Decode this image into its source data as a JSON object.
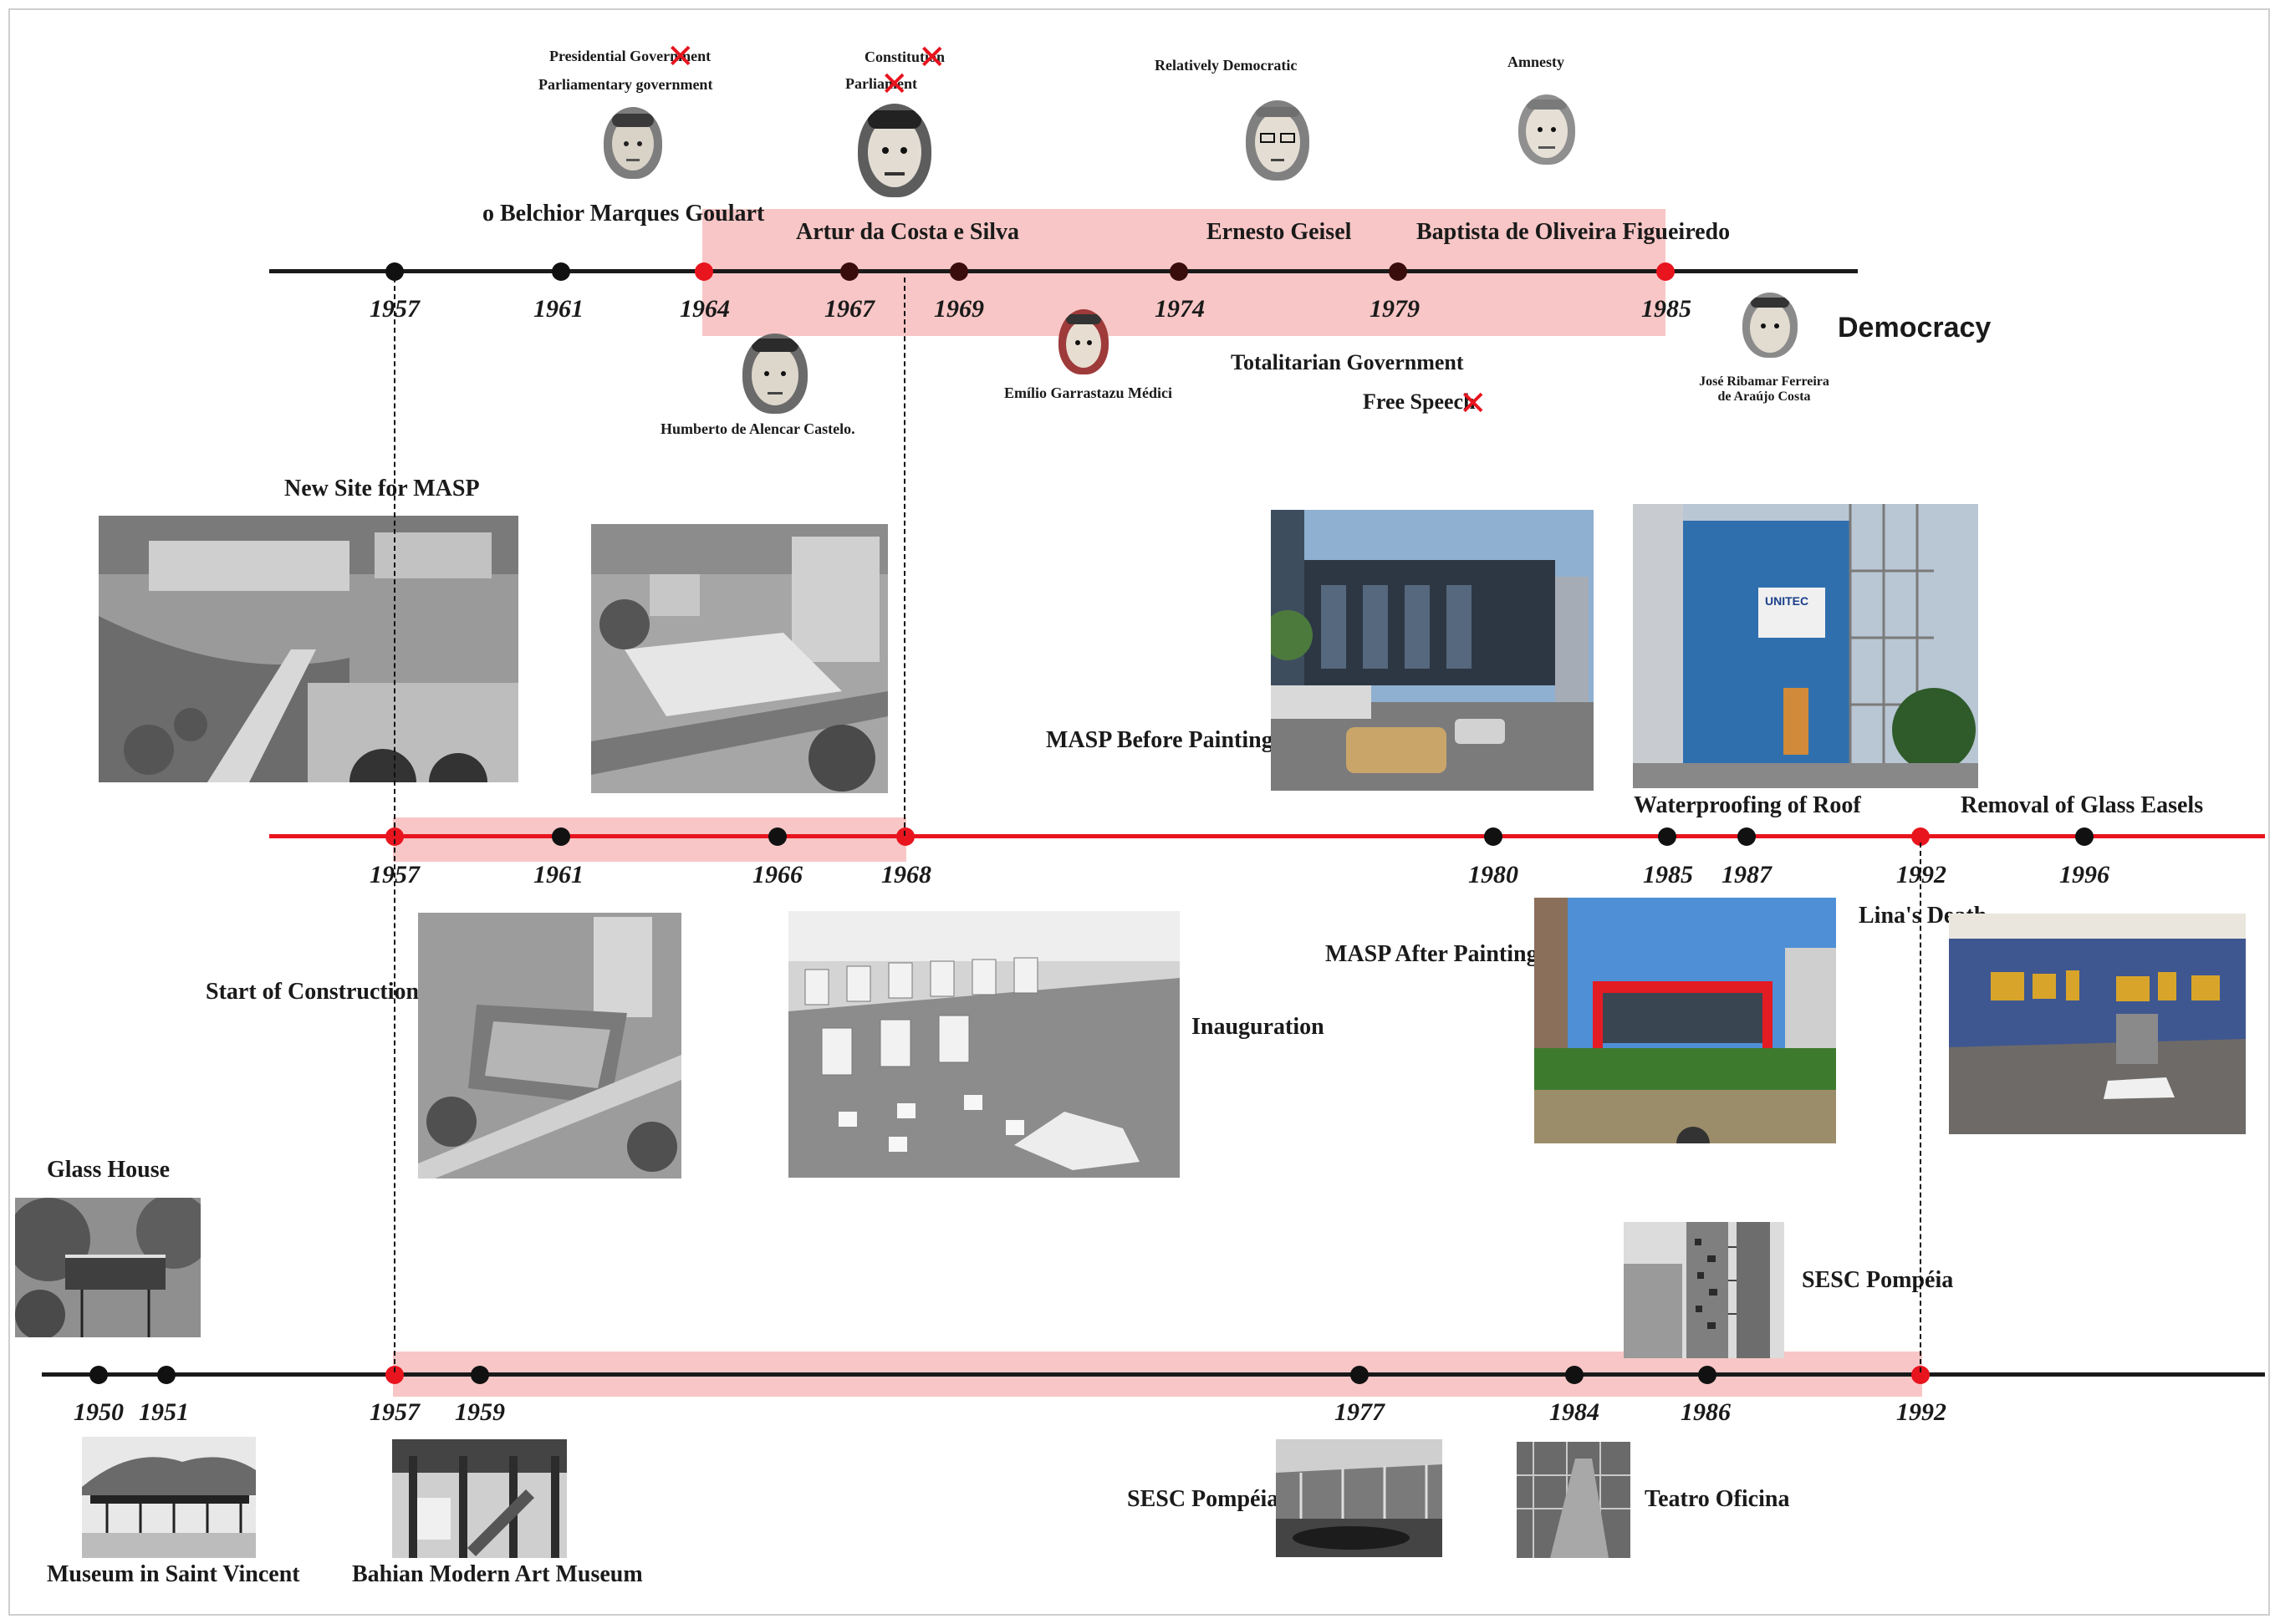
{
  "political": {
    "years": [
      "1957",
      "1961",
      "1964",
      "1967",
      "1969",
      "1974",
      "1979",
      "1985"
    ],
    "presidents": {
      "goulart": "o Belchior Marques Goulart",
      "costa_silva": "Artur da Costa e Silva",
      "geisel": "Ernesto Geisel",
      "figueiredo": "Baptista de Oliveira Figueiredo",
      "castelo": "Humberto de Alencar Castelo.",
      "medici": "Emílio Garrastazu Médici",
      "sarney_line1": "José Ribamar Ferreira",
      "sarney_line2": "de Araújo Costa"
    },
    "notes": {
      "presidential": "Presidential Government",
      "parliamentary": "Parliamentary government",
      "constitution": "Constitution",
      "parliament": "Parliament",
      "relatively": "Relatively Democratic",
      "amnesty": "Amnesty",
      "totalitarian": "Totalitarian Government",
      "free_speech": "Free Speech",
      "democracy": "Democracy"
    }
  },
  "masp": {
    "years": [
      "1957",
      "1961",
      "1966",
      "1968",
      "1980",
      "1985",
      "1987",
      "1992",
      "1996"
    ],
    "labels": {
      "new_site": "New Site for MASP",
      "start_construction": "Start of Construction",
      "inauguration": "Inauguration",
      "before_painting": "MASP Before Painting",
      "after_painting": "MASP After Painting",
      "waterproofing": "Waterproofing of Roof",
      "removal_easels": "Removal of Glass Easels",
      "linas_death": "Lina's Death"
    },
    "photo_texts": {
      "unitec": "UNITEC"
    }
  },
  "works": {
    "years": [
      "1950",
      "1951",
      "1957",
      "1959",
      "1977",
      "1984",
      "1986",
      "1992"
    ],
    "labels": {
      "glass_house": "Glass House",
      "saint_vincent": "Museum in Saint Vincent",
      "bahian": "Bahian Modern Art Museum",
      "sesc_1977": "SESC Pompéia",
      "teatro": "Teatro Oficina",
      "sesc_1986": "SESC Pompéia"
    }
  },
  "colors": {
    "accent_red": "#e8141e",
    "band_pink": "#f7c0c0",
    "line_black": "#1a1a1a"
  }
}
